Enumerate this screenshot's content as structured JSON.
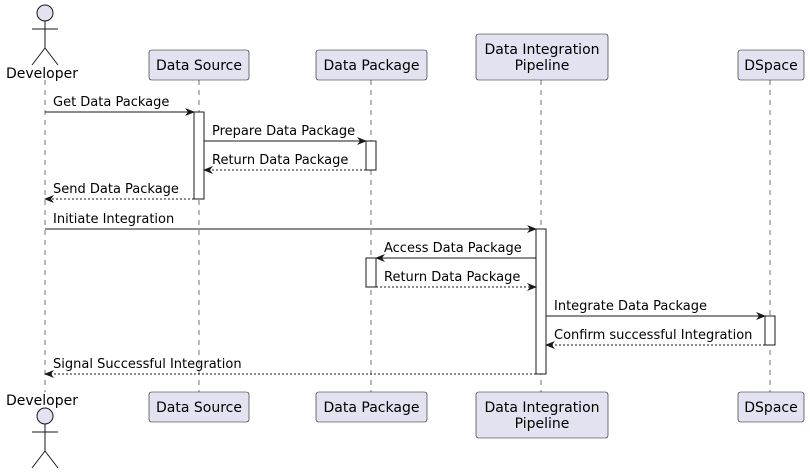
{
  "actor": {
    "name": "Developer"
  },
  "participants": [
    {
      "id": "data-source",
      "lines": [
        "Data Source"
      ]
    },
    {
      "id": "data-package",
      "lines": [
        "Data Package"
      ]
    },
    {
      "id": "pipeline",
      "lines": [
        "Data Integration",
        "Pipeline"
      ]
    },
    {
      "id": "dspace",
      "lines": [
        "DSpace"
      ]
    }
  ],
  "messages": [
    {
      "from": "developer",
      "to": "data-source",
      "label": "Get Data Package",
      "type": "sync"
    },
    {
      "from": "data-source",
      "to": "data-package",
      "label": "Prepare Data Package",
      "type": "sync"
    },
    {
      "from": "data-package",
      "to": "data-source",
      "label": "Return Data Package",
      "type": "return"
    },
    {
      "from": "data-source",
      "to": "developer",
      "label": "Send Data Package",
      "type": "return"
    },
    {
      "from": "developer",
      "to": "pipeline",
      "label": "Initiate Integration",
      "type": "sync"
    },
    {
      "from": "pipeline",
      "to": "data-package",
      "label": "Access Data Package",
      "type": "sync"
    },
    {
      "from": "data-package",
      "to": "pipeline",
      "label": "Return Data Package",
      "type": "return"
    },
    {
      "from": "pipeline",
      "to": "dspace",
      "label": "Integrate Data Package",
      "type": "sync"
    },
    {
      "from": "dspace",
      "to": "pipeline",
      "label": "Confirm successful Integration",
      "type": "return"
    },
    {
      "from": "pipeline",
      "to": "developer",
      "label": "Signal Successful Integration",
      "type": "return"
    }
  ],
  "colors": {
    "box_fill": "#e2e2f0",
    "box_stroke": "#181818",
    "line": "#181818",
    "lifeline": "#181818",
    "activation_fill": "#ffffff"
  }
}
